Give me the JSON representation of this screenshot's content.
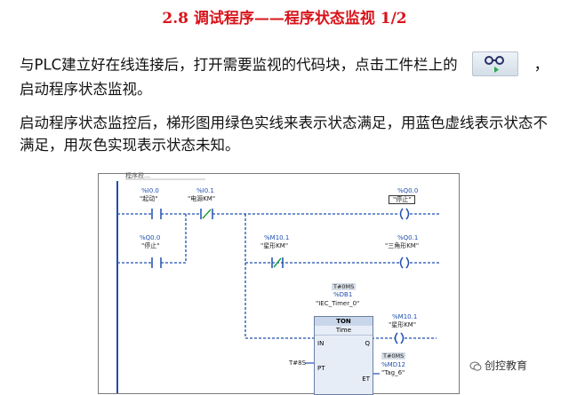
{
  "title": "2.8  调试程序——程序状态监视  1/2",
  "paragraph1": {
    "before": "与PLC建立好在线连接后，打开需要监视的代码块，点击工件栏上的",
    "after": "，启动程序状态监视。",
    "button_icon": "glasses-monitor-icon"
  },
  "paragraph2": "启动程序状态监控后，梯形图用绿色实线来表示状态满足，用蓝色虚线表示状态不满足，用灰色实现表示状态未知。",
  "ladder": {
    "header_fragment": "程序段...",
    "contacts": [
      {
        "addr": "%I0.0",
        "name": "\"起动\""
      },
      {
        "addr": "%I0.1",
        "name": "\"电源KM\""
      },
      {
        "addr": "%Q0.0",
        "name": "\"停止\""
      },
      {
        "addr": "%M10.1",
        "name": "\"星形KM\""
      }
    ],
    "coils": [
      {
        "addr": "%Q0.0",
        "name": "\"停止\""
      },
      {
        "addr": "%Q0.1",
        "name": "\"三角形KM\""
      },
      {
        "addr": "%M10.1",
        "name": "\"星形KM\""
      }
    ],
    "timer": {
      "value_tag": "T#0MS",
      "db": "%DB1",
      "instance": "\"IEC_Timer_0\"",
      "type": "TON",
      "sub": "Time",
      "pin_in": "IN",
      "pin_q": "Q",
      "pin_pt": "PT",
      "pin_et": "ET",
      "pt_value": "T#8S",
      "et_tag": "T#0MS",
      "et_addr": "%MD12",
      "et_name": "\"Tag_6\""
    }
  },
  "watermark": "创控教育",
  "colors": {
    "title": "#d8141b",
    "wire_false": "#1f4fb0",
    "wire_true": "#1ea03a"
  }
}
